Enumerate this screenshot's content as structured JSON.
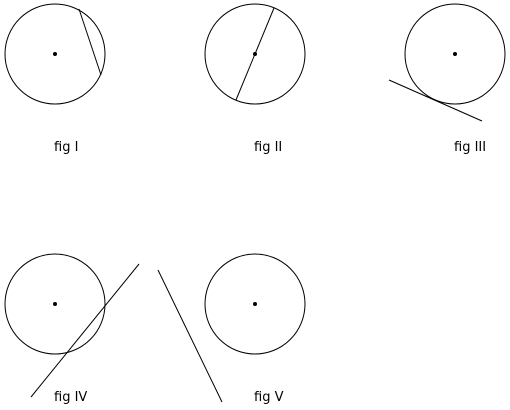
{
  "figures": [
    {
      "label": "fig I",
      "line_type": "chord"
    },
    {
      "label": "fig II",
      "line_type": "diameter"
    },
    {
      "label": "fig III",
      "line_type": "tangent"
    },
    {
      "label": "fig IV",
      "line_type": "secant"
    },
    {
      "label": "fig V",
      "line_type": "non-intersecting line"
    }
  ],
  "colors": {
    "stroke": "#000000",
    "background": "#ffffff"
  }
}
